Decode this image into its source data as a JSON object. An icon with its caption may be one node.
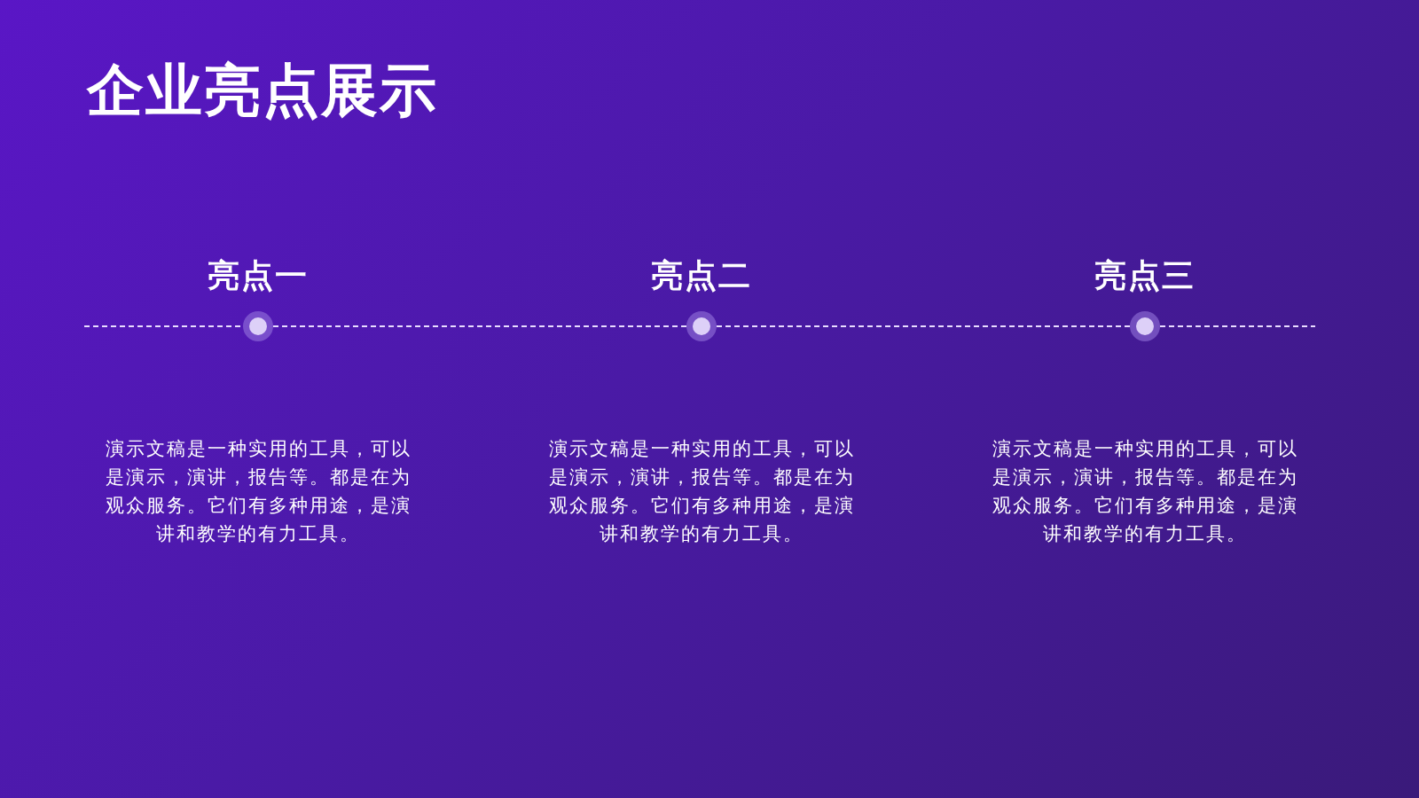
{
  "diagram": {
    "title": "企业亮点展示",
    "nodes": [
      {
        "text": [
          "亮点一",
          "演示文稿是一种实用的工具，可以是演示，演讲，报告等。都是在为观众服务。它们有多种用途，是演讲和教学的有力工具。"
        ]
      },
      {
        "text": [
          "亮点二",
          "演示文稿是一种实用的工具，可以是演示，演讲，报告等。都是在为观众服务。它们有多种用途，是演讲和教学的有力工具。"
        ]
      },
      {
        "text": [
          "亮点三",
          "演示文稿是一种实用的工具，可以是演示，演讲，报告等。都是在为观众服务。它们有多种用途，是演讲和教学的有力工具。"
        ]
      },
      {
        "text": [],
        "shape": "circle"
      },
      {
        "text": [],
        "shape": "circle"
      },
      {
        "text": [],
        "shape": "circle"
      }
    ],
    "edges": [
      {
        "from": 0,
        "to": 3,
        "arrow": "none",
        "style": "dashed"
      },
      {
        "from": 3,
        "to": 4,
        "arrow": "none",
        "style": "dashed"
      },
      {
        "from": 4,
        "to": 5,
        "arrow": "none",
        "style": "dashed"
      },
      {
        "from": 5,
        "to": 2,
        "arrow": "none",
        "style": "dashed"
      }
    ]
  }
}
